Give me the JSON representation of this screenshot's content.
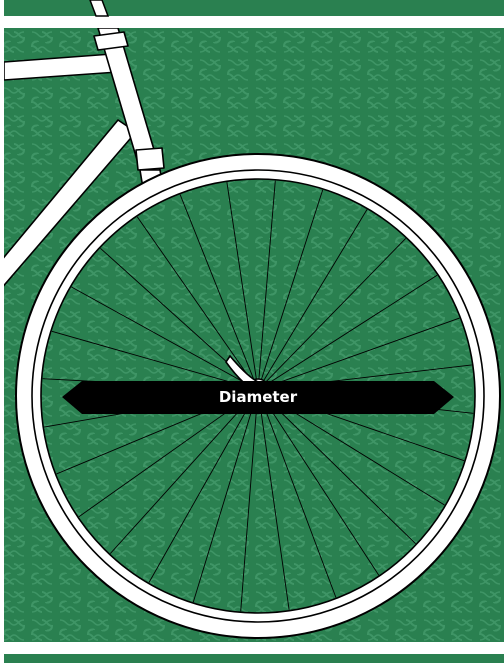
{
  "diagram": {
    "label": "Diameter",
    "spoke_count": 28
  },
  "colors": {
    "background": "#2a8050",
    "pattern": "#3f9566",
    "frame": "#ffffff",
    "outline": "#000000",
    "arrow": "#000000",
    "arrow_text": "#ffffff"
  },
  "icons": {
    "wheel": "bicycle-wheel",
    "frame": "bicycle-frame",
    "measure": "double-arrow"
  }
}
